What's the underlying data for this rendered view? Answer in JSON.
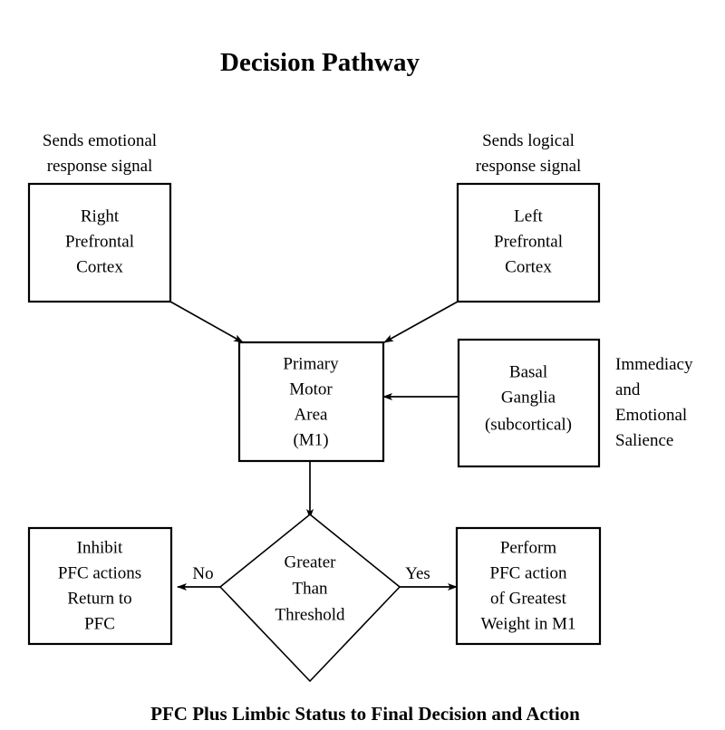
{
  "figure": {
    "title": "Decision Pathway",
    "caption": "PFC Plus Limbic Status to Final Decision and Action",
    "background_color": "#ffffff",
    "stroke_color": "#000000"
  },
  "chart_data": {
    "type": "diagram",
    "diagram_kind": "flowchart",
    "title": "Decision Pathway",
    "caption": "PFC Plus Limbic Status to Final Decision and Action",
    "nodes": [
      {
        "id": "right_pfc",
        "shape": "rectangle",
        "lines": [
          "Right",
          "Prefrontal",
          "Cortex"
        ]
      },
      {
        "id": "left_pfc",
        "shape": "rectangle",
        "lines": [
          "Left",
          "Prefrontal",
          "Cortex"
        ]
      },
      {
        "id": "m1",
        "shape": "rectangle",
        "lines": [
          "Primary",
          "Motor",
          "Area",
          "(M1)"
        ]
      },
      {
        "id": "basal_ganglia",
        "shape": "rectangle",
        "lines": [
          "Basal",
          "Ganglia",
          "(subcortical)"
        ]
      },
      {
        "id": "threshold",
        "shape": "diamond",
        "lines": [
          "Greater",
          "Than",
          "Threshold"
        ]
      },
      {
        "id": "inhibit",
        "shape": "rectangle",
        "lines": [
          "Inhibit",
          "PFC actions",
          "Return to",
          "PFC"
        ]
      },
      {
        "id": "perform",
        "shape": "rectangle",
        "lines": [
          "Perform",
          "PFC action",
          "of Greatest",
          "Weight in M1"
        ]
      }
    ],
    "annotations": [
      {
        "id": "emotional_signal",
        "lines": [
          "Sends emotional",
          "response signal"
        ],
        "attached_to": "right_pfc"
      },
      {
        "id": "logical_signal",
        "lines": [
          "Sends logical",
          "response signal"
        ],
        "attached_to": "left_pfc"
      },
      {
        "id": "salience",
        "lines": [
          "Immediacy",
          "and",
          "Emotional",
          "Salience"
        ],
        "attached_to": "basal_ganglia"
      }
    ],
    "edges": [
      {
        "id": "edge-right-pfc-to-m1",
        "from": "right_pfc",
        "to": "m1",
        "label": ""
      },
      {
        "id": "edge-left-pfc-to-m1",
        "from": "left_pfc",
        "to": "m1",
        "label": ""
      },
      {
        "id": "edge-basal-ganglia-to-m1",
        "from": "basal_ganglia",
        "to": "m1",
        "label": ""
      },
      {
        "id": "edge-m1-to-threshold",
        "from": "m1",
        "to": "threshold",
        "label": ""
      },
      {
        "id": "edge-threshold-to-inhibit",
        "from": "threshold",
        "to": "inhibit",
        "label": "No"
      },
      {
        "id": "edge-threshold-to-perform",
        "from": "threshold",
        "to": "perform",
        "label": "Yes"
      }
    ]
  },
  "nodes": {
    "right_pfc": {
      "line1": "Right",
      "line2": "Prefrontal",
      "line3": "Cortex"
    },
    "left_pfc": {
      "line1": "Left",
      "line2": "Prefrontal",
      "line3": "Cortex"
    },
    "m1": {
      "line1": "Primary",
      "line2": "Motor",
      "line3": "Area",
      "line4": "(M1)"
    },
    "basal_ganglia": {
      "line1": "Basal",
      "line2": "Ganglia",
      "line3": "(subcortical)"
    },
    "threshold": {
      "line1": "Greater",
      "line2": "Than",
      "line3": "Threshold"
    },
    "inhibit": {
      "line1": "Inhibit",
      "line2": "PFC actions",
      "line3": "Return to",
      "line4": "PFC"
    },
    "perform": {
      "line1": "Perform",
      "line2": "PFC action",
      "line3": "of Greatest",
      "line4": "Weight in M1"
    }
  },
  "annotations": {
    "emotional_signal": {
      "line1": "Sends emotional",
      "line2": "response signal"
    },
    "logical_signal": {
      "line1": "Sends logical",
      "line2": "response signal"
    },
    "salience": {
      "line1": "Immediacy",
      "line2": "and",
      "line3": "Emotional",
      "line4": "Salience"
    }
  },
  "edge_labels": {
    "no": "No",
    "yes": "Yes"
  }
}
